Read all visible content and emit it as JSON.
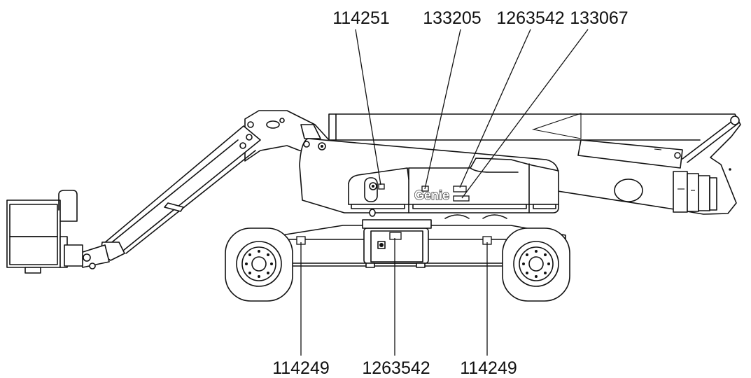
{
  "diagram": {
    "subject": "articulating boom lift side view with decal locations",
    "brand_mark": "Genie"
  },
  "callouts": {
    "top": [
      {
        "part_number": "114251"
      },
      {
        "part_number": "133205"
      },
      {
        "part_number": "1263542"
      },
      {
        "part_number": "133067"
      }
    ],
    "bottom": [
      {
        "part_number": "114249"
      },
      {
        "part_number": "1263542"
      },
      {
        "part_number": "114249"
      }
    ]
  }
}
